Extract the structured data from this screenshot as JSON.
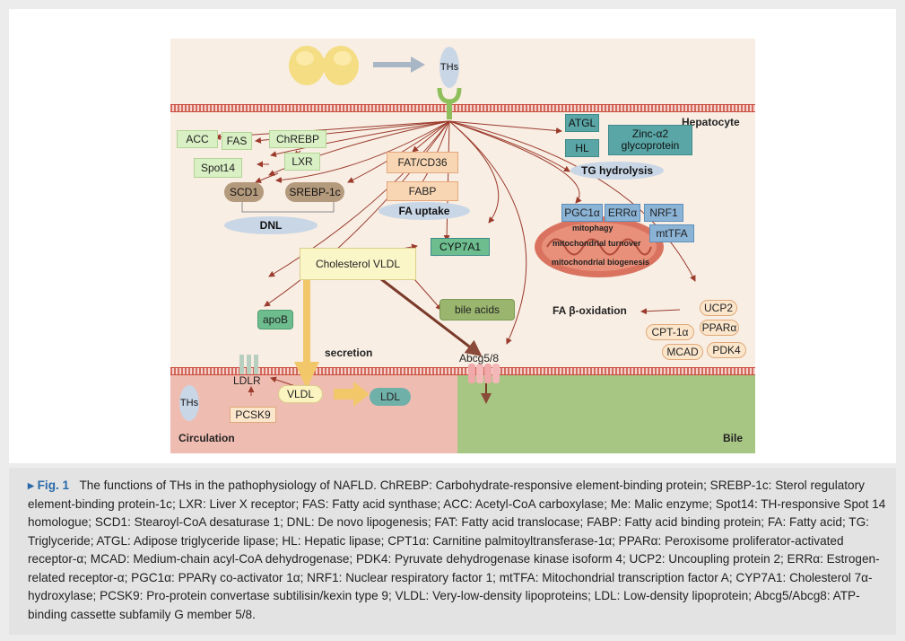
{
  "diagram": {
    "ths_top": "THs",
    "hepatocyte": "Hepatocyte",
    "acc": "ACC",
    "fas": "FAS",
    "chrebp": "ChREBP",
    "lxr": "LXR",
    "spot14": "Spot14",
    "scd1": "SCD1",
    "srebp1c": "SREBP-1c",
    "dnl": "DNL",
    "fat_cd36": "FAT/CD36",
    "fabp": "FABP",
    "fa_uptake": "FA uptake",
    "atgl": "ATGL",
    "hl": "HL",
    "zinc": "Zinc-α2 glycoprotein",
    "tg_hydrolysis": "TG hydrolysis",
    "pgc1a": "PGC1α",
    "erra": "ERRα",
    "nrf1": "NRF1",
    "mttfa": "mtTFA",
    "mitophagy": "mitophagy",
    "mito_turnover": "mitochondrial turnover",
    "mito_biogenesis": "mitochondrial biogenesis",
    "cyp7a1": "CYP7A1",
    "cholesterol_vldl": "Cholesterol VLDL",
    "bile_acids": "bile acids",
    "apob": "apoB",
    "secretion": "secretion",
    "fa_beta_ox": "FA β-oxidation",
    "ucp2": "UCP2",
    "cpt1a": "CPT-1α",
    "ppara": "PPARα",
    "mcad": "MCAD",
    "pdk4": "PDK4",
    "abcg": "Abcg5/8",
    "ldlr": "LDLR",
    "vldl": "VLDL",
    "ldl": "LDL",
    "ths_circ": "THs",
    "pcsk9": "PCSK9",
    "circulation": "Circulation",
    "bile": "Bile"
  },
  "caption": {
    "fig": "Fig. 1",
    "text": "The functions of THs in the pathophysiology of NAFLD. ChREBP: Carbohydrate-responsive element-binding protein; SREBP-1c: Sterol regulatory element-binding protein-1c; LXR: Liver X receptor; FAS: Fatty acid synthase; ACC: Acetyl-CoA carboxylase; Me: Malic enzyme; Spot14: TH-responsive Spot 14 homologue; SCD1: Stearoyl-CoA desaturase 1; DNL: De novo lipogenesis; FAT: Fatty acid translocase; FABP: Fatty acid binding protein; FA: Fatty acid; TG: Triglyceride; ATGL: Adipose triglyceride lipase; HL: Hepatic lipase; CPT1α: Carnitine palmitoyltransferase-1α; PPARα: Peroxisome proliferator-activated receptor-α; MCAD: Medium-chain acyl-CoA dehydrogenase; PDK4: Pyruvate dehydrogenase kinase isoform 4; UCP2: Uncoupling protein 2; ERRα: Estrogen-related receptor-α; PGC1α: PPARγ co-activator 1α; NRF1: Nuclear respiratory factor 1; mtTFA: Mitochondrial transcription factor A; CYP7A1: Cholesterol 7α-hydroxylase; PCSK9: Pro-protein convertase subtilisin/kexin type 9; VLDL: Very-low-density lipoproteins; LDL: Low-density lipoprotein; Abcg5/Abcg8: ATP-binding cassette subfamily G member 5/8."
  },
  "colors": {
    "cytoplasm": "#f8eee4",
    "circulation": "#efbcb1",
    "bile": "#a7c583",
    "arrow": "#9b3b2c",
    "caption_fig": "#2a6aa8"
  }
}
